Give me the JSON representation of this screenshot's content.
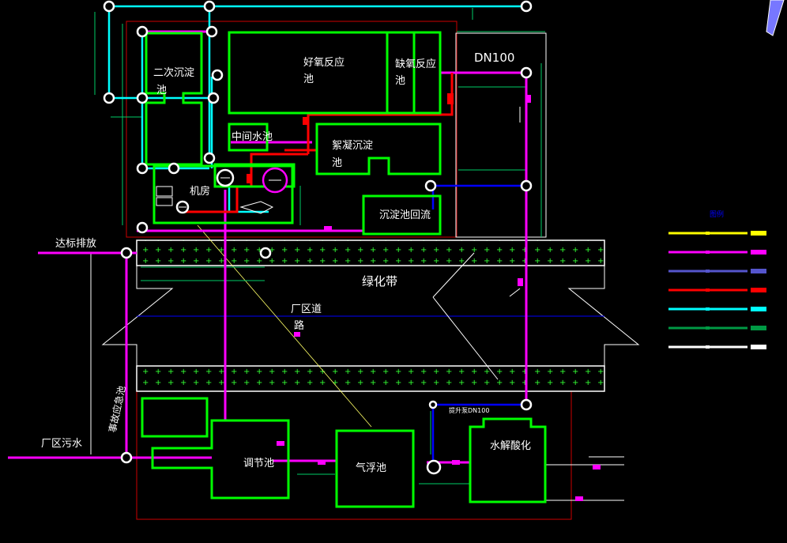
{
  "labels": {
    "secondary_clarifier": [
      "二次沉淀",
      "池"
    ],
    "aerobic_tank": [
      "好氧反应",
      "池"
    ],
    "anoxic_tank": [
      "缺氧反应",
      "池"
    ],
    "intermediate_tank": "中间水池",
    "coag_tank": [
      "絮凝沉淀",
      "池"
    ],
    "machine_room": "机房",
    "sludge_return": "沉淀池回流",
    "pipe_dn": "DN100",
    "discharge": "达标排放",
    "green_belt": "绿化带",
    "plant_road": [
      "厂区道",
      "路"
    ],
    "plant_sewage": "厂区污水",
    "equalization_tank": "调节池",
    "flotation_tank": "气浮池",
    "hydrolysis_tank": "水解酸化",
    "accident_pool": "事故应急池",
    "small_pipe_note": "提升泵DN100"
  },
  "legend": {
    "title": "图例",
    "colors": [
      "#ffff00",
      "#ff00ff",
      "#5555cc",
      "#ff0000",
      "#00ffff",
      "#009944",
      "#ffffff"
    ]
  },
  "colors": {
    "tank": "#00ff00",
    "sewage_pipe": "#ff00ff",
    "water_pipe": "#00ffff",
    "sludge_pipe": "#ff0000",
    "return_pipe": "#0000ff",
    "boundary": "#ff0000",
    "dimension": "#00cc66",
    "outline": "#ffffff"
  }
}
